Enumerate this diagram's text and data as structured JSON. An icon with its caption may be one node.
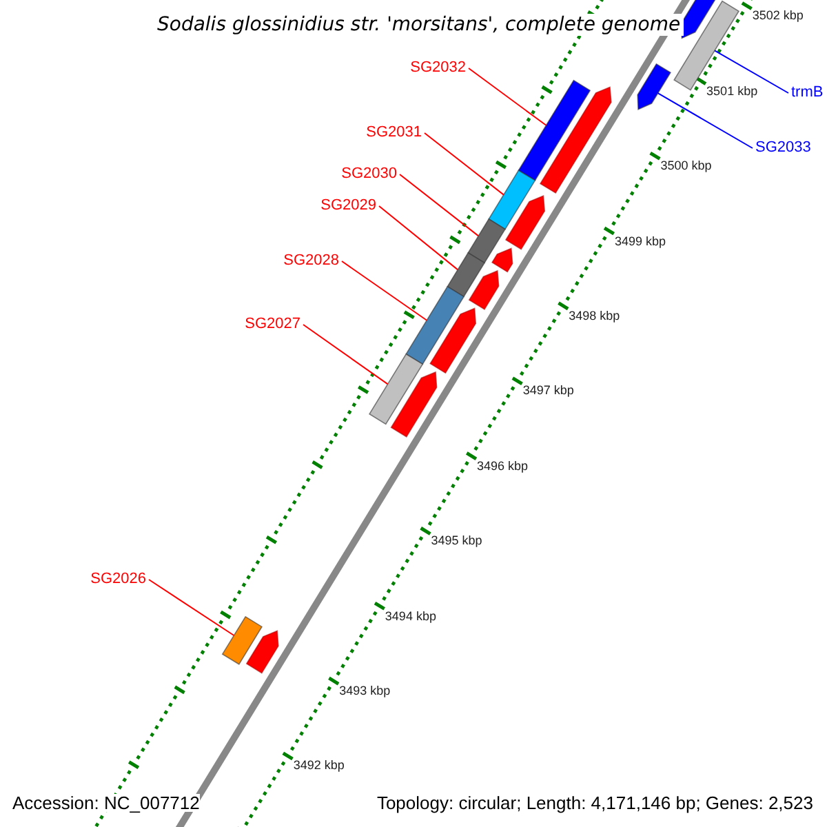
{
  "diagram": {
    "title": "Sodalis glossinidius str. 'morsitans', complete genome",
    "nodes": [
      {
        "text": [
          "SG2032"
        ]
      },
      {
        "text": [],
        "shape": "bar"
      },
      {
        "text": [
          "SG2031"
        ]
      },
      {
        "text": [],
        "shape": "bar"
      },
      {
        "text": [
          "SG2030"
        ]
      },
      {
        "text": [],
        "shape": "bar"
      },
      {
        "text": [
          "SG2029"
        ]
      },
      {
        "text": [],
        "shape": "bar"
      },
      {
        "text": [
          "SG2028"
        ]
      },
      {
        "text": [],
        "shape": "bar"
      },
      {
        "text": [
          "SG2027"
        ]
      },
      {
        "text": [],
        "shape": "bar"
      },
      {
        "text": [
          "SG2026"
        ]
      },
      {
        "text": [],
        "shape": "bar"
      },
      {
        "text": [
          "trmB"
        ]
      },
      {
        "text": [],
        "shape": "bar"
      },
      {
        "text": [
          "SG2033"
        ]
      },
      {
        "text": [],
        "shape": "arrow"
      },
      {
        "text": [],
        "shape": "arrow"
      },
      {
        "text": [],
        "shape": "arrow"
      },
      {
        "text": [],
        "shape": "arrow"
      },
      {
        "text": [],
        "shape": "arrow"
      },
      {
        "text": [],
        "shape": "arrow"
      },
      {
        "text": [],
        "shape": "arrow"
      },
      {
        "text": [],
        "shape": "arrow"
      },
      {
        "text": [],
        "shape": "arrow"
      }
    ],
    "edges": [
      {
        "from": 0,
        "to": 1,
        "arrow": "none"
      },
      {
        "from": 2,
        "to": 3,
        "arrow": "none"
      },
      {
        "from": 4,
        "to": 5,
        "arrow": "none"
      },
      {
        "from": 6,
        "to": 7,
        "arrow": "none"
      },
      {
        "from": 8,
        "to": 9,
        "arrow": "none"
      },
      {
        "from": 10,
        "to": 11,
        "arrow": "none"
      },
      {
        "from": 12,
        "to": 13,
        "arrow": "none"
      },
      {
        "from": 14,
        "to": 15,
        "arrow": "none",
        "color": "#0000ff"
      },
      {
        "from": 16,
        "to": 17,
        "arrow": "none",
        "color": "#0000ff"
      }
    ],
    "labels": [
      "3502 kbp",
      "3501 kbp",
      "3500 kbp",
      "3499 kbp",
      "3498 kbp",
      "3497 kbp",
      "3496 kbp",
      "3495 kbp",
      "3494 kbp",
      "3493 kbp",
      "3492 kbp",
      "Accession: NC_007712",
      "Topology: circular; Length: 4,171,146 bp; Genes: 2,523"
    ]
  }
}
